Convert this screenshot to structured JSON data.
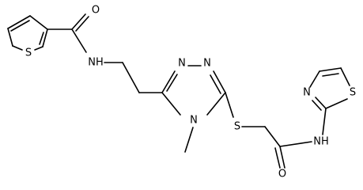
{
  "structure": {
    "atoms": {
      "thiophene_s": "S",
      "carbonyl_o_top": "O",
      "amide_nh_left": "NH",
      "triazole_n1": "N",
      "triazole_n2": "N",
      "triazole_n4": "N",
      "sulfide_s": "S",
      "carbonyl_o_bottom": "O",
      "amide_nh_right": "NH",
      "thiazole_n": "N",
      "thiazole_s": "S"
    }
  }
}
